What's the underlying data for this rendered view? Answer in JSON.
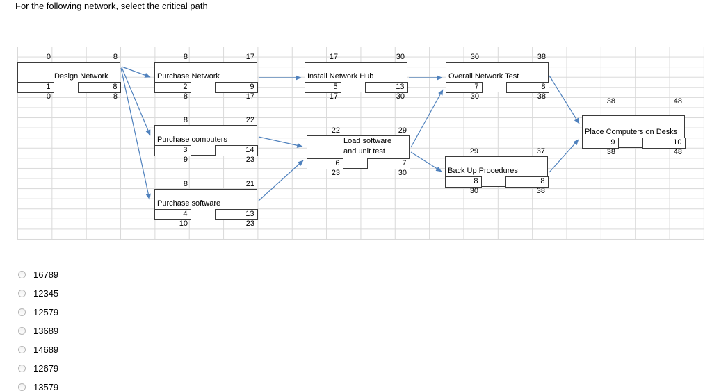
{
  "title": "For the following network, select the critical path",
  "colors": {
    "arrow": "#4f81bd",
    "grid_line": "#d9d9d9",
    "box_border": "#3b3b3b"
  },
  "nodes": [
    {
      "label": "Design Network",
      "es": "0",
      "ef": "8",
      "num": "1",
      "dur": "8",
      "ls": "0",
      "lf": "8"
    },
    {
      "label": "Purchase Network",
      "es": "8",
      "ef": "17",
      "num": "2",
      "dur": "9",
      "ls": "8",
      "lf": "17"
    },
    {
      "label": "Install Network Hub",
      "es": "17",
      "ef": "30",
      "num": "5",
      "dur": "13",
      "ls": "17",
      "lf": "30"
    },
    {
      "label": "Overall Network Test",
      "es": "30",
      "ef": "38",
      "num": "7",
      "dur": "8",
      "ls": "30",
      "lf": "38"
    },
    {
      "label": "Purchase computers",
      "es": "8",
      "ef": "22",
      "num": "3",
      "dur": "14",
      "ls": "9",
      "lf": "23"
    },
    {
      "label_line1": "Load software",
      "label_line2": "and unit test",
      "es": "22",
      "ef": "29",
      "num": "6",
      "dur": "7",
      "ls": "23",
      "lf": "30"
    },
    {
      "label": "Back Up Procedures",
      "es": "29",
      "ef": "37",
      "num": "8",
      "dur": "8",
      "ls": "30",
      "lf": "38"
    },
    {
      "label": "Purchase software",
      "es": "8",
      "ef": "21",
      "num": "4",
      "dur": "13",
      "ls": "10",
      "lf": "23"
    },
    {
      "label": "Place Computers on Desks",
      "es": "38",
      "ef": "48",
      "num": "9",
      "dur": "10",
      "ls": "38",
      "lf": "48"
    }
  ],
  "edges": [
    [
      "1",
      "2"
    ],
    [
      "1",
      "3"
    ],
    [
      "1",
      "4"
    ],
    [
      "2",
      "5"
    ],
    [
      "3",
      "6"
    ],
    [
      "4",
      "6"
    ],
    [
      "5",
      "7"
    ],
    [
      "6",
      "7"
    ],
    [
      "6",
      "8"
    ],
    [
      "7",
      "9"
    ],
    [
      "8",
      "9"
    ]
  ],
  "options": [
    "16789",
    "12345",
    "12579",
    "13689",
    "14689",
    "12679",
    "13579"
  ]
}
